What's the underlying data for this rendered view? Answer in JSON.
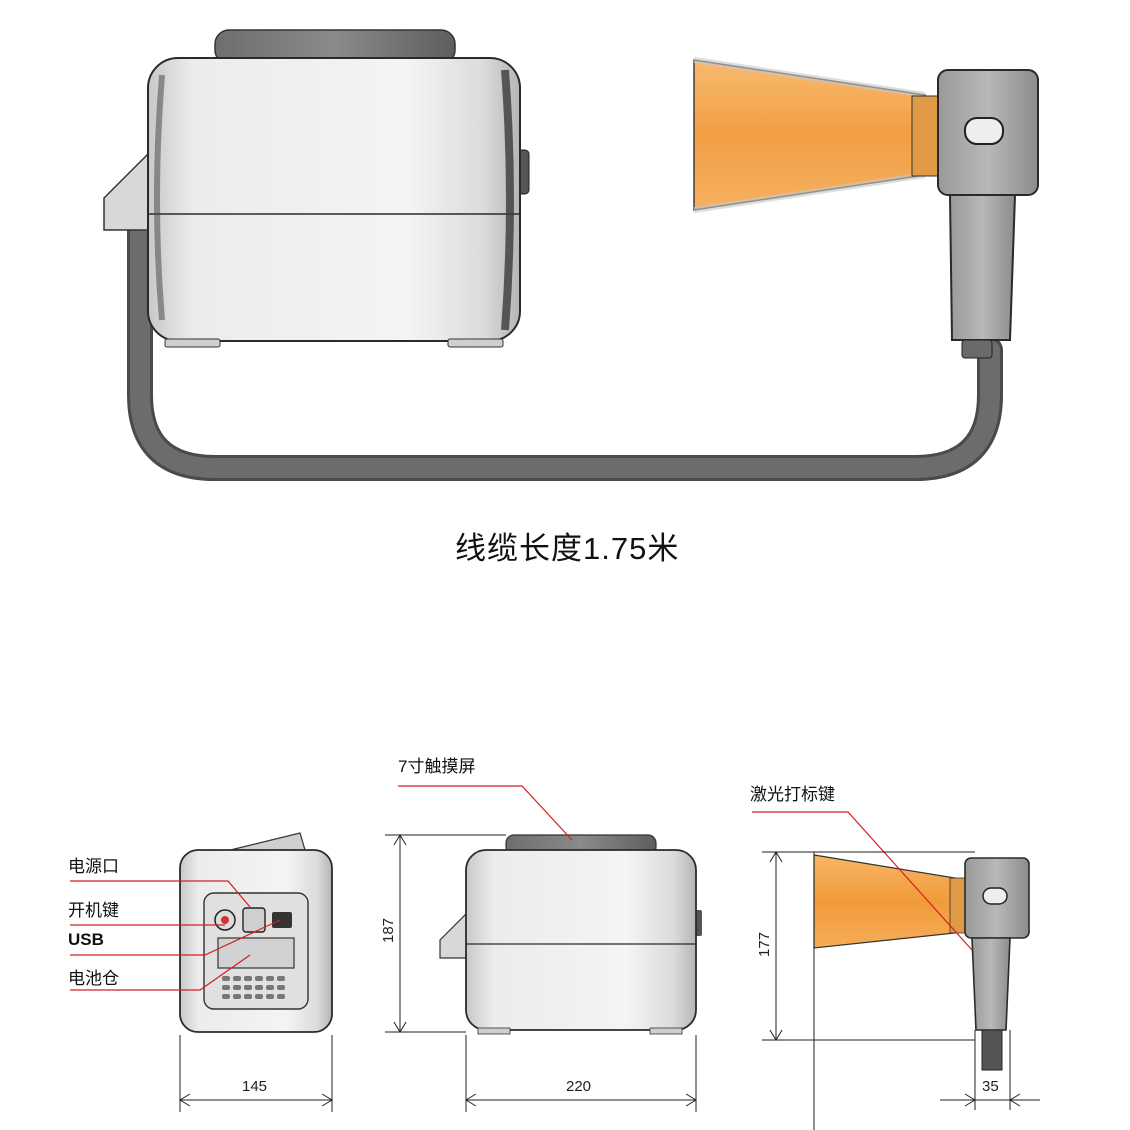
{
  "caption": "线缆长度1.75米",
  "callouts": {
    "power_port": "电源口",
    "power_key": "开机键",
    "usb": "USB",
    "battery": "电池仓",
    "touchscreen": "7寸触摸屏",
    "laser_key": "激光打标键"
  },
  "dimensions": {
    "front_width": "145",
    "side_width": "220",
    "height": "187",
    "head_height": "177",
    "grip_width": "35"
  },
  "colors": {
    "body": "#e6e6e6",
    "cable": "#5a5a5a",
    "nozzle": "#f29a3a",
    "leader": "#d42020"
  }
}
